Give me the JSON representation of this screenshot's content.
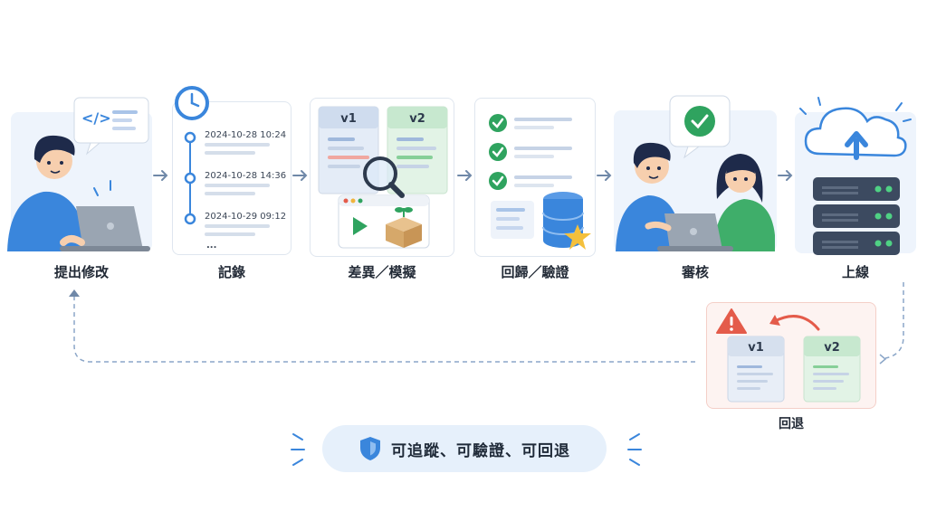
{
  "steps": [
    {
      "label": "提出修改"
    },
    {
      "label": "記錄"
    },
    {
      "label": "差異／模擬"
    },
    {
      "label": "回歸／驗證"
    },
    {
      "label": "審核"
    },
    {
      "label": "上線"
    }
  ],
  "log": {
    "timestamps": [
      "2024-10-28 10:24",
      "2024-10-28 14:36",
      "2024-10-29 09:12"
    ],
    "more": "..."
  },
  "diff": {
    "left": "v1",
    "right": "v2"
  },
  "rollback": {
    "label": "回退",
    "left": "v1",
    "right": "v2"
  },
  "banner": {
    "text": "可追蹤、可驗證、可回退"
  },
  "colors": {
    "accent": "#3a86dc",
    "green": "#2fa35f",
    "red": "#e45b4a",
    "bg_soft": "#eef4fc"
  }
}
